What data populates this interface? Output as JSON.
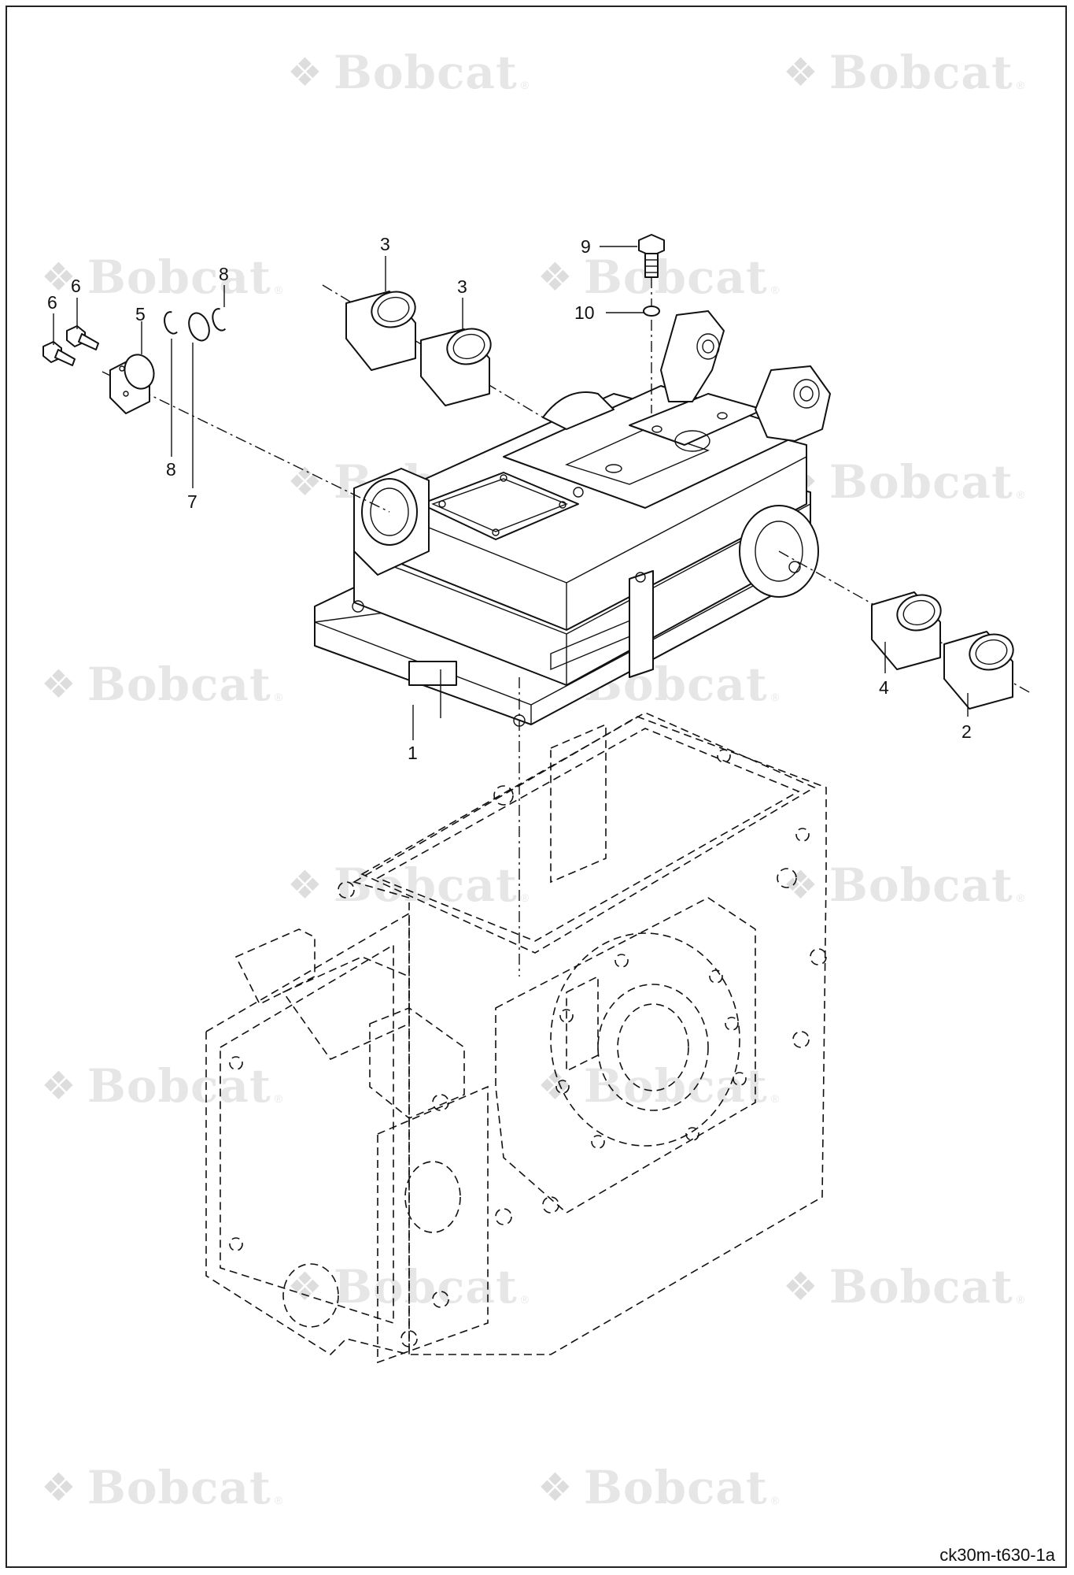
{
  "watermark": {
    "text": "Bobcat",
    "registered": "®"
  },
  "callouts": {
    "c1": "1",
    "c2": "2",
    "c3a": "3",
    "c3b": "3",
    "c4": "4",
    "c5": "5",
    "c6a": "6",
    "c6b": "6",
    "c7": "7",
    "c8a": "8",
    "c8b": "8",
    "c9": "9",
    "c10": "10"
  },
  "drawing_code": "ck30m-t630-1a"
}
